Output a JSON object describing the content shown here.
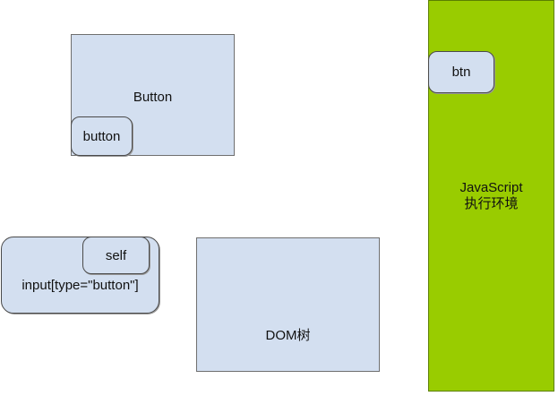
{
  "diagram": {
    "button_box": {
      "label": "Button"
    },
    "button_pill": {
      "label": "button"
    },
    "input_box": {
      "label": "input[type=\"button\"]"
    },
    "self_pill": {
      "label": "self"
    },
    "dom_box": {
      "label": "DOM树"
    },
    "js_env": {
      "line1": "JavaScript",
      "line2": "执行环境"
    },
    "btn_pill": {
      "label": "btn"
    }
  }
}
